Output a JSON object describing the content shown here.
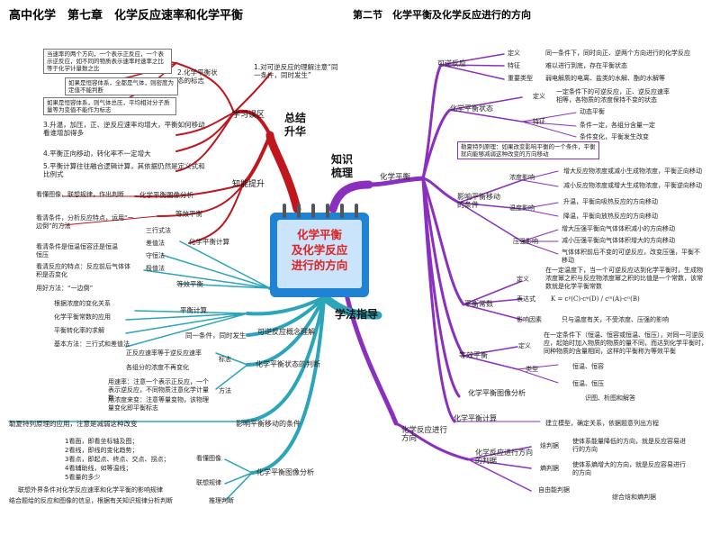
{
  "header": {
    "title": "高中化学　第七章　化学反应速率和化学平衡",
    "subtitle": "第二节　化学平衡及化学反应进行的方向"
  },
  "center": {
    "text": [
      "化学平衡",
      "及化学反应",
      "进行的方向"
    ]
  },
  "main_branches": {
    "summary": [
      "总结",
      "升华"
    ],
    "knowledge": [
      "知识",
      "梳理"
    ],
    "method": "学法指导"
  },
  "summary": {
    "review": "学习误区",
    "ability": "知能提升",
    "review_items": {
      "item1_box": "当速率的两个方向，一个表示正反应，一个表示逆反应，如不同的物质表示速率时速率之比等于化学计量数之比",
      "item2": "2.化学平衡状态的标志",
      "item2_box_a": "如果是恒容体系，全都是气体，则密度为定值不能判断",
      "item2_box_b": "如果是恒容体系，则气体总压，平均相对分子质量等为变值不能作为标志",
      "item1": "1.对可逆反应的理解注意“同一条件，同时发生”",
      "item3": "3.升温，加压，正、逆反应速率均增大，平衡如何移动看谁增加得多",
      "item4": "4.平衡正向移动，转化率不一定增大",
      "item5": "5.平衡计算往往融合逻辑计算，其依据仍然是定义式和比例式"
    },
    "ability_items": {
      "graph": "化学平衡图像分析",
      "graph_note": "看懂图像，联想规律，作出判断",
      "equiv": "等效平衡",
      "equiv_note": "看清条件，分析反应特点，运用“一边倒”的方法",
      "calc": "化学平衡计算",
      "calc_methods": [
        "三行式法",
        "差值法",
        "守恒法",
        "极值法"
      ]
    }
  },
  "method": {
    "equiv_label": "等效平衡",
    "equiv_notes": [
      "看清条件是恒温恒容还是恒温恒压",
      "看清反应的特点：反应前后气体体积是否变化",
      "用好方法：“一边倒”"
    ],
    "calc_label": "平衡计算",
    "calc_notes": [
      "根据浓度的变化关系",
      "化学平衡常数的应用",
      "平衡转化率的求解",
      "基本方法：三行式和差值法"
    ],
    "reversible_label": "可逆反应概念理解",
    "reversible_note": "同一条件，同时发生",
    "judge_label": "化学平衡状态的判断",
    "judge_sign": "标志",
    "judge_method": "方法",
    "judge_sign_notes": [
      "正反应速率等于逆反应速率",
      "各组分的浓度不再变化"
    ],
    "judge_method_notes": [
      "用速率：注意一个表示正反应，一个表示逆反应，不同物质注意化学计量数",
      "用浓度来变：注意等量变物，该物理量变化即平衡标志"
    ],
    "shift_label": "影响平衡移动的条件",
    "shift_note": "勒夏特列原理的应用，注意是减弱这种改变",
    "graph_label": "化学平衡图像分析",
    "graph_see": "看懂图像",
    "graph_steps": [
      "1看面，即看坐标轴及图；",
      "2看线，即线的变化趋势；",
      "3看点，即起点、终点、交点、拐点；",
      "4看辅助线，如等温线；",
      "5看量的多少"
    ],
    "graph_link": "联想规律",
    "graph_link_note": "联想外界条件对化学反应速率和化学平衡的影响规律",
    "graph_judge": "推理判断",
    "graph_judge_note": "结合题给的反应和图像的信息，根据有关知识规律分析判断"
  },
  "knowledge": {
    "equilibrium": "化学平衡",
    "reversible": "可逆反应",
    "rev_def": "定义",
    "rev_def_text": "同一条件下，同时向正、逆两个方向进行的化学反应",
    "rev_feat": "特征",
    "rev_feat_text": "难以进行到底，存在平衡状态",
    "rev_type": "重要类型",
    "rev_type_text": "弱电解质的电离、盐类的水解、酯的水解等",
    "state": "化学平衡状态",
    "state_def": "定义",
    "state_def_text": "一定条件下的可逆反应，正、逆反应速率相等，各物质的浓度保持不变的状态",
    "state_feat": "特征",
    "state_feat_items": [
      "动态平衡",
      "条件一定，各组分含量一定",
      "条件变化，平衡发生改变"
    ],
    "lechatelier": "勒夏特列原理：如果改变影响平衡的一个条件，平衡就向能够减弱这种改变的方向移动",
    "factors": "影响平衡移动的条件",
    "conc": "浓度影响",
    "conc_items": [
      "增大反应物浓度或减小生成物浓度，平衡正向移动",
      "减小反应物浓度或增大生成物浓度，平衡逆向移动"
    ],
    "temp": "温度影响",
    "temp_items": [
      "升温，平衡向吸热反应的方向移动",
      "降温，平衡向放热反应的方向移动"
    ],
    "press": "压强影响",
    "press_items": [
      "增大压强平衡向气体体积减小的方向移动",
      "减小压强平衡向气体体积增大的方向移动",
      "气体体积前后不变的可逆反应，改变压强，平衡不移动"
    ],
    "constant": "平衡常数",
    "k_def": "定义",
    "k_def_text": "在一定温度下，当一个可逆反应达到化学平衡时，生成物浓度幂之积与反应物浓度幂之积的比值是一个常数，该常数就是化学平衡常数",
    "k_expr": "表达式",
    "k_formula": "K = cᵖ(C)·cᵠ(D) / cᵐ(A)·cⁿ(B)",
    "k_factor": "影响因素",
    "k_factor_text": "只与温度有关，不受浓度、压强的影响",
    "equiv": "等效平衡",
    "equiv_def": "定义",
    "equiv_def_text": "在一定条件下（恒温、恒容或恒温、恒压），对同一可逆反应，起始时加入物质的物质的量不同，而达到化学平衡时，同种物质的含量相同，这样的平衡称为等效平衡",
    "equiv_type": "类型",
    "equiv_types": [
      "恒温、恒容",
      "恒温、恒压"
    ],
    "graph": "化学平衡图像分析",
    "graph_text": "识图、析图和解答",
    "calc": "化学平衡计算",
    "calc_text": "建立模型，确定关系，依据题意列出方程",
    "direction": "化学反应进行方向",
    "dir_judge": "化学反应进行方向的判据",
    "enthalpy": "焓判据",
    "enthalpy_text": "使体系能量降低的方向，就是反应容易进行的方向",
    "entropy": "熵判据",
    "entropy_text": "使体系熵增大的方向，就是反应容易进行的方向",
    "free": "自由能判据",
    "free_text": "综合焓和熵判据"
  },
  "colors": {
    "summary": "#c0161d",
    "method": "#2aa5b9",
    "knowledge": "#8a2fbe",
    "card": "#1f82d3",
    "card_text": "#d22222"
  }
}
